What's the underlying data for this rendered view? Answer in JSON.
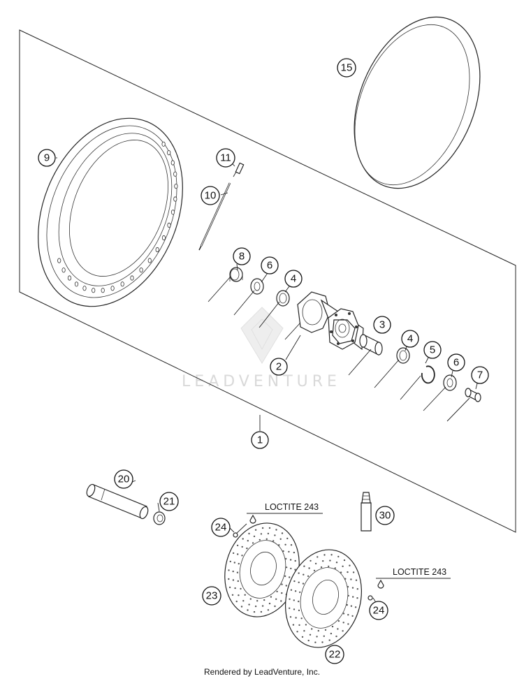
{
  "diagram": {
    "watermark": "LEADVENTURE",
    "footer": "Rendered by LeadVenture, Inc.",
    "notes": [
      {
        "id": "note-top",
        "text": "LOCTITE 243"
      },
      {
        "id": "note-right",
        "text": "LOCTITE 243"
      }
    ],
    "callouts": [
      {
        "id": "c1",
        "label": "1"
      },
      {
        "id": "c2",
        "label": "2"
      },
      {
        "id": "c3",
        "label": "3"
      },
      {
        "id": "c4a",
        "label": "4"
      },
      {
        "id": "c4b",
        "label": "4"
      },
      {
        "id": "c5",
        "label": "5"
      },
      {
        "id": "c6a",
        "label": "6"
      },
      {
        "id": "c6b",
        "label": "6"
      },
      {
        "id": "c7",
        "label": "7"
      },
      {
        "id": "c8",
        "label": "8"
      },
      {
        "id": "c9",
        "label": "9"
      },
      {
        "id": "c10",
        "label": "10"
      },
      {
        "id": "c11",
        "label": "11"
      },
      {
        "id": "c15",
        "label": "15"
      },
      {
        "id": "c20",
        "label": "20"
      },
      {
        "id": "c21",
        "label": "21"
      },
      {
        "id": "c22",
        "label": "22"
      },
      {
        "id": "c23",
        "label": "23"
      },
      {
        "id": "c24a",
        "label": "24"
      },
      {
        "id": "c24b",
        "label": "24"
      },
      {
        "id": "c30",
        "label": "30"
      }
    ]
  }
}
